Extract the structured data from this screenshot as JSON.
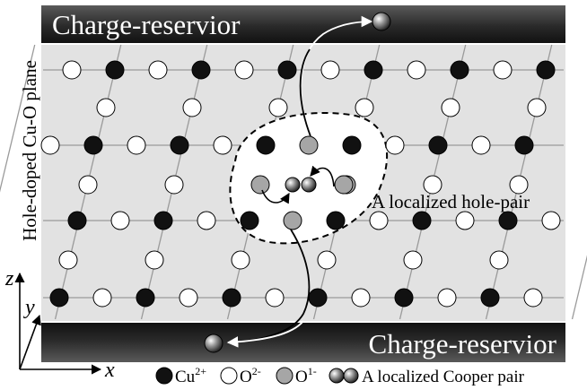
{
  "diagram": {
    "top_reservoir_label": "Charge-reservior",
    "bottom_reservoir_label": "Charge-reservior",
    "plane_label": "Hole-doped Cu-O plane",
    "pair_label": "A localized hole-pair",
    "axes": {
      "z": "z",
      "y": "y",
      "x": "x"
    },
    "legend": [
      {
        "kind": "cu",
        "label": "Cu",
        "sup": "2+"
      },
      {
        "kind": "o2",
        "label": "O",
        "sup": "2-"
      },
      {
        "kind": "o1",
        "label": "O",
        "sup": "1-"
      },
      {
        "kind": "pair",
        "label": "A localized Cooper pair",
        "sup": ""
      }
    ],
    "colors": {
      "reservoir": "#1e1e1e",
      "plane": "#e2e2e2",
      "lattice_line": "#9a9a9a",
      "cu": "#111111",
      "o2": "#ffffff",
      "o1": "#a6a6a6"
    }
  }
}
